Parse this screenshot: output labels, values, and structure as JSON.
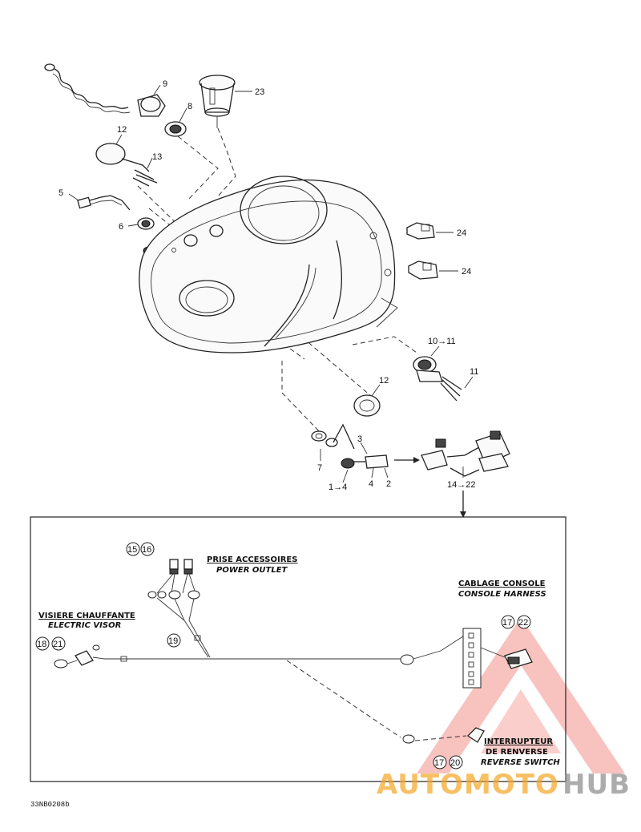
{
  "callouts": {
    "c23": "23",
    "c9": "9",
    "c8": "8",
    "c12a": "12",
    "c13": "13",
    "c5": "5",
    "c6": "6",
    "c24a": "24",
    "c24b": "24",
    "c10_11": "10→11",
    "c11": "11",
    "c12b": "12",
    "c3": "3",
    "c7": "7",
    "c1_4": "1→4",
    "c4": "4",
    "c2": "2",
    "c14_22": "14→22"
  },
  "sections": {
    "power_outlet": {
      "title": "PRISE ACCESSOIRES",
      "subtitle": "POWER OUTLET"
    },
    "console_harness": {
      "title": "CABLAGE CONSOLE",
      "subtitle": "CONSOLE HARNESS"
    },
    "electric_visor": {
      "title": "VISIERE CHAUFFANTE",
      "subtitle": "ELECTRIC VISOR"
    },
    "reverse_switch": {
      "title": "INTERRUPTEUR",
      "title2": "DE RENVERSE",
      "subtitle": "REVERSE SWITCH"
    }
  },
  "circled": {
    "n15": "15",
    "n16": "16",
    "n19": "19",
    "n18": "18",
    "n21": "21",
    "n17a": "17",
    "n22": "22",
    "n17b": "17",
    "n20": "20"
  },
  "footer_code": "33NB0208b",
  "watermark": {
    "part1": "AUTOMOTO",
    "part2": "HUB",
    "color_red": "#e8372c",
    "color_orange": "#f5a623",
    "color_gray": "#8a8a8a"
  }
}
